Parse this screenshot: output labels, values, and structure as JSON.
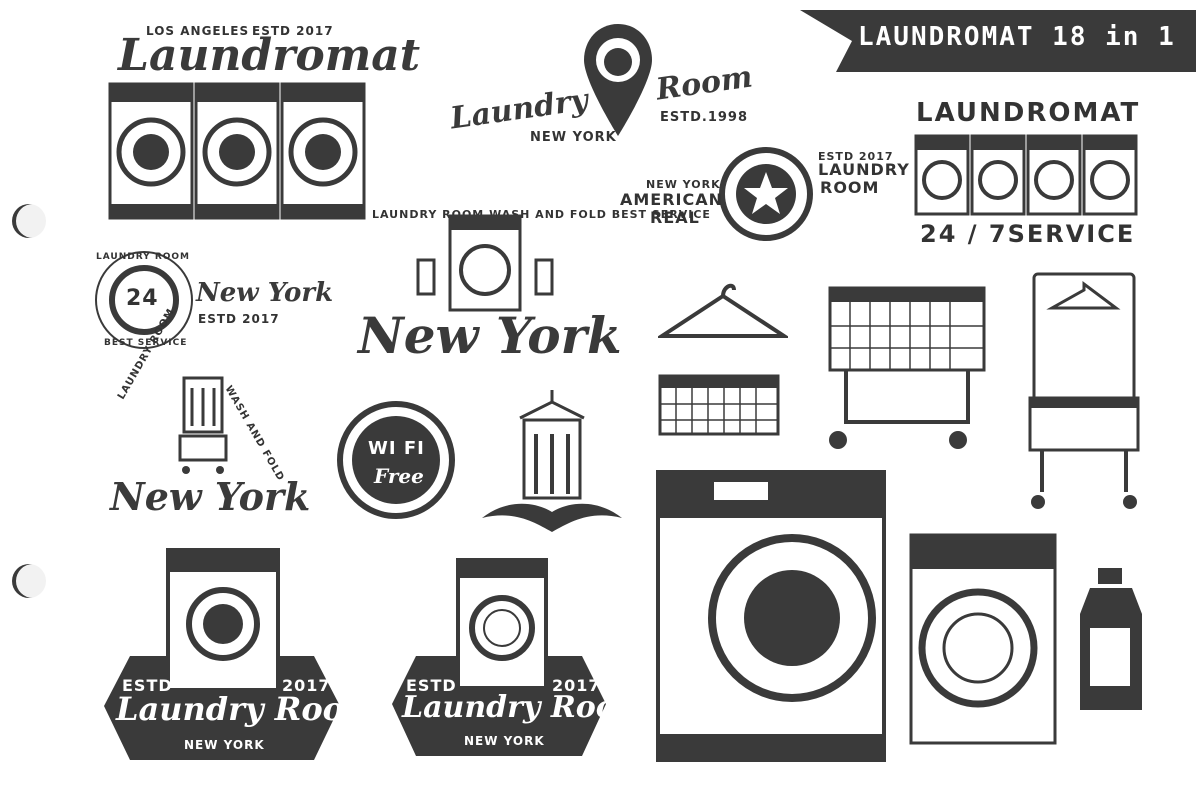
{
  "banner": {
    "title": "LAUNDROMAT 18 in 1"
  },
  "logo_la": {
    "city": "LOS ANGELES",
    "estd": "ESTD 2017",
    "name": "Laundromat"
  },
  "logo_pin": {
    "left": "Laundry",
    "right": "Room",
    "city": "NEW YORK",
    "estd": "ESTD.1998"
  },
  "logo_american": {
    "city": "NEW YORK",
    "line1": "AMERICAN",
    "line2": "REAL",
    "estd": "ESTD 2017",
    "r1": "LAUNDRY",
    "r2": "ROOM"
  },
  "logo_247": {
    "title": "LAUNDROMAT",
    "service": "24 / 7SERVICE"
  },
  "logo_24": {
    "arc": "LAUNDRY ROOM",
    "arc2": "BEST SERVICE",
    "num": "24",
    "city": "New York",
    "estd": "ESTD 2017"
  },
  "logo_washfold": {
    "arc": "LAUNDRY ROOM WASH AND FOLD BEST SERVICE",
    "city": "New York"
  },
  "logo_washfold2": {
    "left": "LAUNDRY ROOM",
    "right": "WASH AND FOLD",
    "city": "New York"
  },
  "logo_wifi": {
    "wifi": "WI FI",
    "free": "Free"
  },
  "badge_left": {
    "estd": "ESTD",
    "year": "2017",
    "name": "Laundry Room",
    "city": "NEW YORK"
  },
  "badge_mid": {
    "estd": "ESTD",
    "year": "2017",
    "name": "Laundry Room",
    "city": "NEW YORK"
  },
  "colors": {
    "ink": "#3a3a3a",
    "paper": "#ffffff",
    "hole": "#f2f2f2"
  }
}
